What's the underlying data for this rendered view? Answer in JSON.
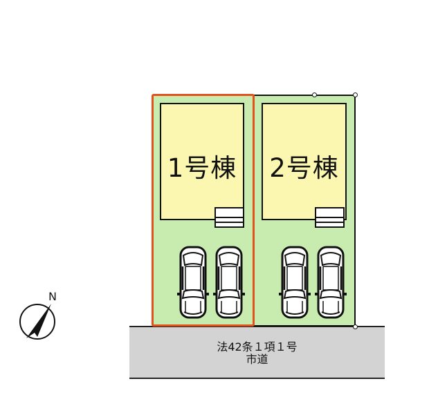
{
  "site_plan": {
    "lots": [
      {
        "id": "lot-1",
        "label": "1号棟",
        "border_color": "#e2521c",
        "parking_spaces": 2,
        "highlighted": true
      },
      {
        "id": "lot-2",
        "label": "2号棟",
        "border_color": "#111111",
        "parking_spaces": 2,
        "highlighted": false
      }
    ],
    "road": {
      "line1": "法42条１項１号",
      "line2": "市道"
    },
    "compass": {
      "label": "N",
      "icon": "north-arrow-icon"
    },
    "colors": {
      "lot_fill": "#c8ecb0",
      "building_fill": "#fbf6b0",
      "road_fill": "#d3d3d3",
      "highlight_border": "#e2521c"
    }
  }
}
